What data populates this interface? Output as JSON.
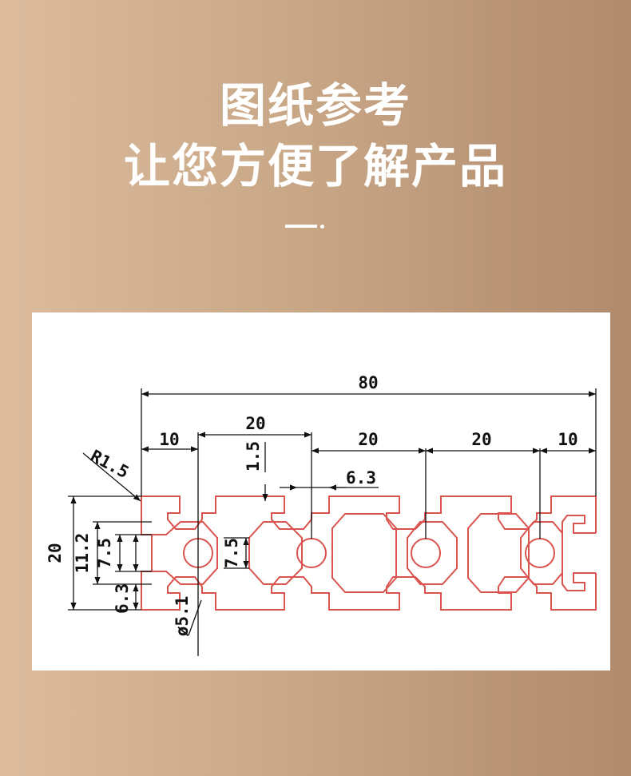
{
  "header": {
    "title": "图纸参考",
    "subtitle": "让您方便了解产品"
  },
  "drawing": {
    "dimensions": {
      "overall_width": "80",
      "pitch_left_top": "20",
      "edge_left": "10",
      "pitch_mid1": "20",
      "pitch_mid2": "20",
      "edge_right": "10",
      "depth_top": "1.5",
      "slot_width": "6.3",
      "corner_radius": "R1.5",
      "height": "20",
      "inner_height": "11.2",
      "slot_opening_left": "7.5",
      "wall_bottom": "6.3",
      "slot_opening_mid": "7.5",
      "bore_diameter": "ø5.1"
    },
    "colors": {
      "profile": "#d9534f",
      "dimension": "#111111",
      "panel": "#ffffff"
    }
  }
}
